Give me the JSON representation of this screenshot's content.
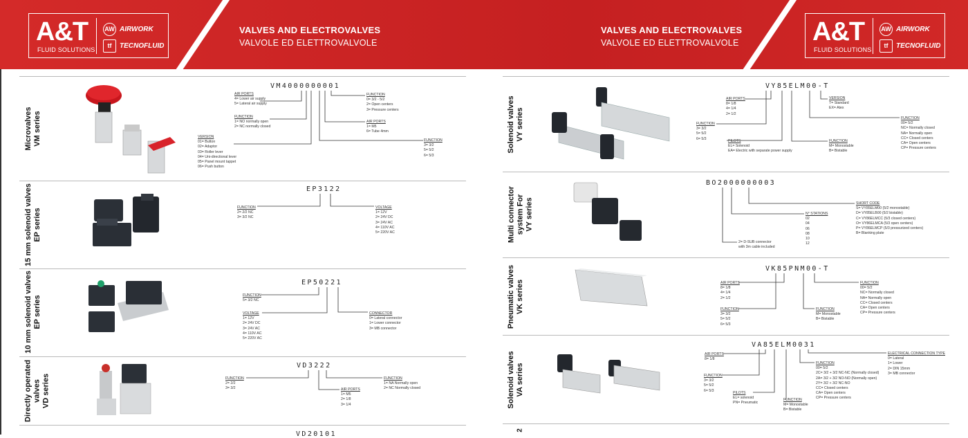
{
  "header": {
    "logo_main": "A&T",
    "logo_sub": "FLUID SOLUTIONS",
    "brand_1": "AIRWORK",
    "brand_2": "TECNOFLUID",
    "title_en": "VALVES AND ELECTROVALVES",
    "title_it": "VALVOLE ED ELETTROVALVOLE"
  },
  "left_sections": [
    {
      "title": "Microvalves\nVM series",
      "code": "VM4000000001",
      "groups": [
        {
          "title": "AIR PORTS",
          "lines": [
            "4= Lower air supply",
            "5= Lateral air supply"
          ]
        },
        {
          "title": "FUNCTION",
          "lines": [
            "1= NO normally open",
            "2= NC normally closed"
          ]
        },
        {
          "title": "VERSION",
          "lines": [
            "01= Button",
            "02= Adaptor",
            "03= Roller lever",
            "04= Uni-directional lever",
            "05= Panel mount tappet",
            "06= Push button"
          ]
        },
        {
          "title": "FUNCTION",
          "lines": [
            "0= 3/2 - 5/2",
            "2= Open centers",
            "3= Pressure centers"
          ]
        },
        {
          "title": "AIR PORTS",
          "lines": [
            "1= M5",
            "6= Tube 4mm"
          ]
        },
        {
          "title": "FUNCTION",
          "lines": [
            "3= 3/2",
            "5= 5/2",
            "6= 5/3"
          ]
        }
      ]
    },
    {
      "title": "15 mm solenoid valves\nEP series",
      "code": "EP3122",
      "groups": [
        {
          "title": "FUNCTION",
          "lines": [
            "2= 2/2 NC",
            "3= 3/2 NC"
          ]
        },
        {
          "title": "VOLTAGE",
          "lines": [
            "1= 12V",
            "2= 24V DC",
            "3= 24V AC",
            "4= 110V AC",
            "5= 220V AC"
          ]
        }
      ]
    },
    {
      "title": "10 mm solenoid valves\nEP series",
      "code": "EP50221",
      "groups": [
        {
          "title": "FUNCTION",
          "lines": [
            "5= 3/2 NC"
          ]
        },
        {
          "title": "VOLTAGE",
          "lines": [
            "1= 12V",
            "2= 24V DC",
            "3= 24V AC",
            "4= 110V AC",
            "5= 220V AC"
          ]
        },
        {
          "title": "CONNECTOR",
          "lines": [
            "0= Lateral connector",
            "1= Lower connector",
            "3= MB connector"
          ]
        }
      ]
    },
    {
      "title": "Directly operated\nvalves\nVD series",
      "code": "VD3222",
      "groups": [
        {
          "title": "FUNCTION",
          "lines": [
            "2= 2/2",
            "3= 3/2"
          ]
        },
        {
          "title": "FUNCTION",
          "lines": [
            "1= NA Normally open",
            "2= NC Normally closed"
          ]
        },
        {
          "title": "AIR PORTS",
          "lines": [
            "1= M5",
            "2= 1/8",
            "3= 1/4"
          ]
        }
      ]
    }
  ],
  "right_sections": [
    {
      "title": "Solenoid valves\nVY series",
      "code": "VY85ELM00-T",
      "groups": [
        {
          "title": "AIR PORTS",
          "lines": [
            "8= 1/8",
            "4= 1/4",
            "2= 1/2"
          ]
        },
        {
          "title": "VERSION",
          "lines": [
            "T= Standard",
            "EX= Atex"
          ]
        },
        {
          "title": "FUNCTION",
          "lines": [
            "00= 5/2",
            "NC= Normally closed",
            "NA= Normally open",
            "CC= Closed centers",
            "CA= Open centers",
            "CP= Pressure centers"
          ]
        },
        {
          "title": "FUNCTION",
          "lines": [
            "3= 3/2",
            "5= 5/2",
            "6= 5/3"
          ]
        },
        {
          "title": "PILOTS",
          "lines": [
            "EL= Solenoid",
            "EA= Electric with separate power supply"
          ]
        },
        {
          "title": "FUNCTION",
          "lines": [
            "M= Monostable",
            "B= Bistable"
          ]
        }
      ]
    },
    {
      "title": "Multi connector\nsystem For\nVY series",
      "code": "BO2000000003",
      "groups": [
        {
          "title": "SHORT CODE",
          "lines": [
            "S= VY85ELM00 (5/2 monostable)",
            "D= VY85ELB00 (5/2 bistable)",
            "C= VY86ELMCC (5/3 closed centers)",
            "O= VY86ELMCA (5/3 open centers)",
            "P= VY86ELMCP (5/3 pressurized centers)",
            "B= Blanking plate"
          ]
        },
        {
          "title": "N° STATIONS",
          "lines": [
            "02",
            "04",
            "06",
            "08",
            "10",
            "12"
          ]
        },
        {
          "title": "",
          "lines": [
            "2= D-SUB connector",
            "with 3m cable included"
          ]
        }
      ]
    },
    {
      "title": "Pneumatic valves\nVK series",
      "code": "VK85PNM00-T",
      "groups": [
        {
          "title": "AIR PORTS",
          "lines": [
            "8= 1/8",
            "4= 1/4",
            "2= 1/2"
          ]
        },
        {
          "title": "FUNCTION",
          "lines": [
            "00= 5/2",
            "NC= Normally closed",
            "NA= Normally open",
            "CC= Closed centers",
            "CA= Open centers",
            "CP= Pressure centers"
          ]
        },
        {
          "title": "FUNCTION",
          "lines": [
            "3= 3/2",
            "5= 5/2",
            "6= 5/3"
          ]
        },
        {
          "title": "FUNCTION",
          "lines": [
            "M= Monostable",
            "B= Bistable"
          ]
        }
      ]
    },
    {
      "title": "Solenoid valves\nVA series",
      "code": "VA85ELM0031",
      "groups": [
        {
          "title": "AIR PORTS",
          "lines": [
            "8= 1/8"
          ]
        },
        {
          "title": "ELECTRICAL CONNECTION TYPE",
          "lines": [
            "0= Lateral",
            "1= Lower",
            "2= DIN 15mm",
            "3= MB connector"
          ]
        },
        {
          "title": "FUNCTION",
          "lines": [
            "00= 5/2",
            "2C= 3/2 + 3/2 NC-NC (Normally closed)",
            "2A= 3/2 + 3/2 NO-NO (Normally open)",
            "2Y= 3/2 + 3/2 NC-NO",
            "CC= Closed centers",
            "CA= Open centers",
            "CP= Pressure centers"
          ]
        },
        {
          "title": "FUNCTION",
          "lines": [
            "3= 3/2",
            "5= 5/2",
            "6= 5/3"
          ]
        },
        {
          "title": "PILOTS",
          "lines": [
            "EL= solenoid",
            "PN= Pneumatic"
          ]
        },
        {
          "title": "FUNCTION",
          "lines": [
            "M= Monostable",
            "B= Bistable"
          ]
        }
      ]
    }
  ],
  "partial_left_code": "VD20101",
  "partial_right_title": "2"
}
